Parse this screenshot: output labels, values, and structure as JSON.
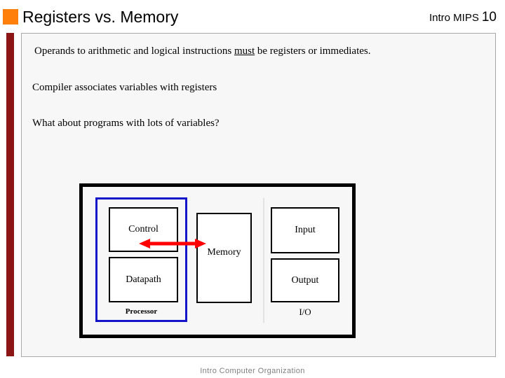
{
  "header": {
    "title": "Registers vs. Memory",
    "course_label": "Intro MIPS",
    "slide_number": "10",
    "accent_square_color": "#FF7F0A",
    "accent_bar_color": "#8C1515"
  },
  "body": {
    "bullets": [
      {
        "before": "Operands to arithmetic and logical instructions ",
        "emphasis": "must",
        "after": " be registers or immediates."
      },
      {
        "before": "Compiler associates variables with registers",
        "emphasis": "",
        "after": ""
      },
      {
        "before": "What about programs with lots of variables?",
        "emphasis": "",
        "after": ""
      }
    ]
  },
  "diagram": {
    "boxes": {
      "control": "Control",
      "datapath": "Datapath",
      "memory": "Memory",
      "input": "Input",
      "output": "Output"
    },
    "group_labels": {
      "processor": "Processor",
      "io": "I/O"
    },
    "arrow": {
      "name": "processor-memory-bus",
      "color": "#FF0000",
      "direction": "double"
    },
    "colors": {
      "processor_outline": "#1414C8",
      "frame_outline": "#000000",
      "box_outline": "#000000",
      "panel_background": "#F7F7F7"
    }
  },
  "footer": {
    "text": "Intro Computer Organization"
  }
}
